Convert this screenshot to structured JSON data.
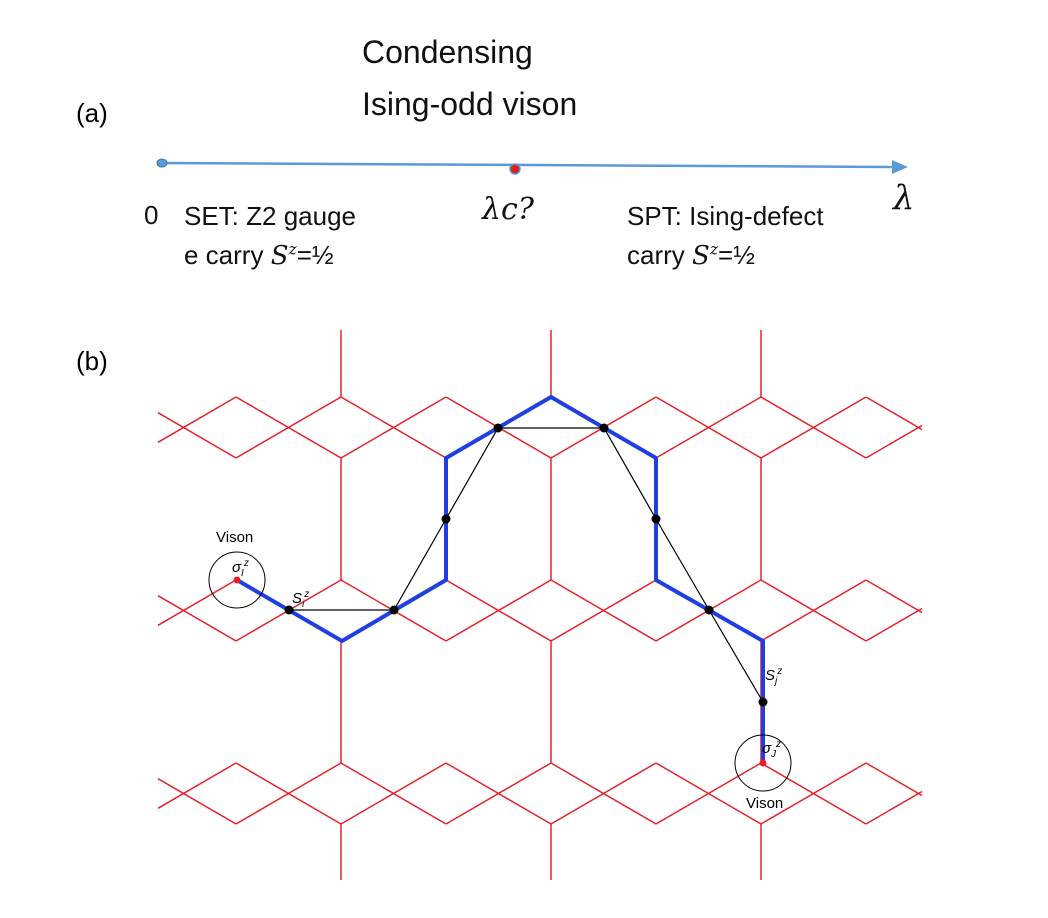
{
  "panel_a": {
    "label": "(a)",
    "title_line1": "Condensing",
    "title_line2": "Ising-odd vison",
    "axis_origin": "0",
    "axis_symbol": "λ",
    "critical_point": "λc?",
    "left_line1": "SET: Z2 gauge",
    "left_line2_prefix": "e carry ",
    "left_s": "S",
    "left_sup": "z",
    "left_value": "=½",
    "right_line1": "SPT: Ising-defect",
    "right_line2_prefix": "carry ",
    "right_s": "S",
    "right_sup": "z",
    "right_value": "=½",
    "colors": {
      "axis": "#5b9bd5",
      "origin_dot": "#5b9bd5",
      "critical_dot": "#e02020"
    }
  },
  "panel_b": {
    "label": "(b)",
    "vison_left": "Vison",
    "vison_right": "Vison",
    "sigma_left": "σ",
    "sigma_left_sub": "I",
    "sigma_left_sup": "z",
    "sigma_right": "σ",
    "sigma_right_sub": "J",
    "sigma_right_sup": "z",
    "spin_left": "S",
    "spin_left_sub": "i",
    "spin_left_sup": "z",
    "spin_right": "S",
    "spin_right_sub": "j",
    "spin_right_sup": "z",
    "colors": {
      "lattice": "#e8202a",
      "string": "#1f3fe0",
      "path": "#000000",
      "vison": "#e8202a"
    }
  }
}
